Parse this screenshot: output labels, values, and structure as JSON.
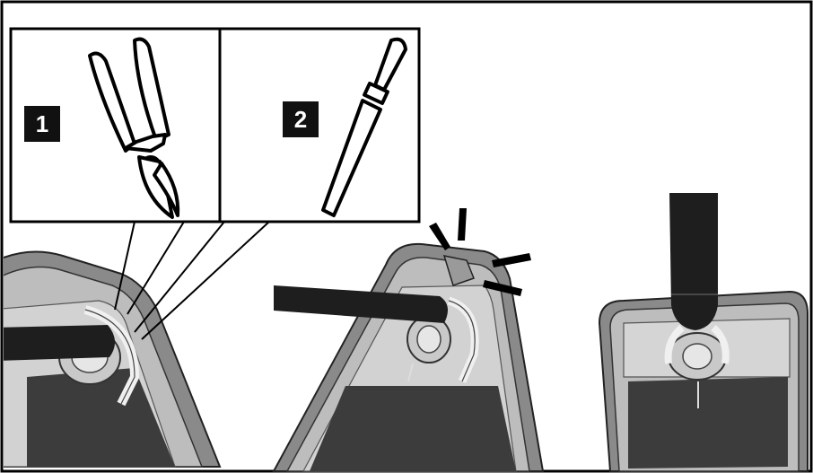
{
  "figure": {
    "steps": [
      {
        "number": "1",
        "tool": "side-cutting-pliers"
      },
      {
        "number": "2",
        "tool": "file"
      }
    ],
    "colors": {
      "frame": "#000000",
      "background": "#ffffff",
      "housing_outer": "#8a8a8a",
      "housing_inner": "#bdbdbd",
      "cavity": "#3c3c3c",
      "cable": "#1e1e1e",
      "label_box": "#111111"
    }
  }
}
